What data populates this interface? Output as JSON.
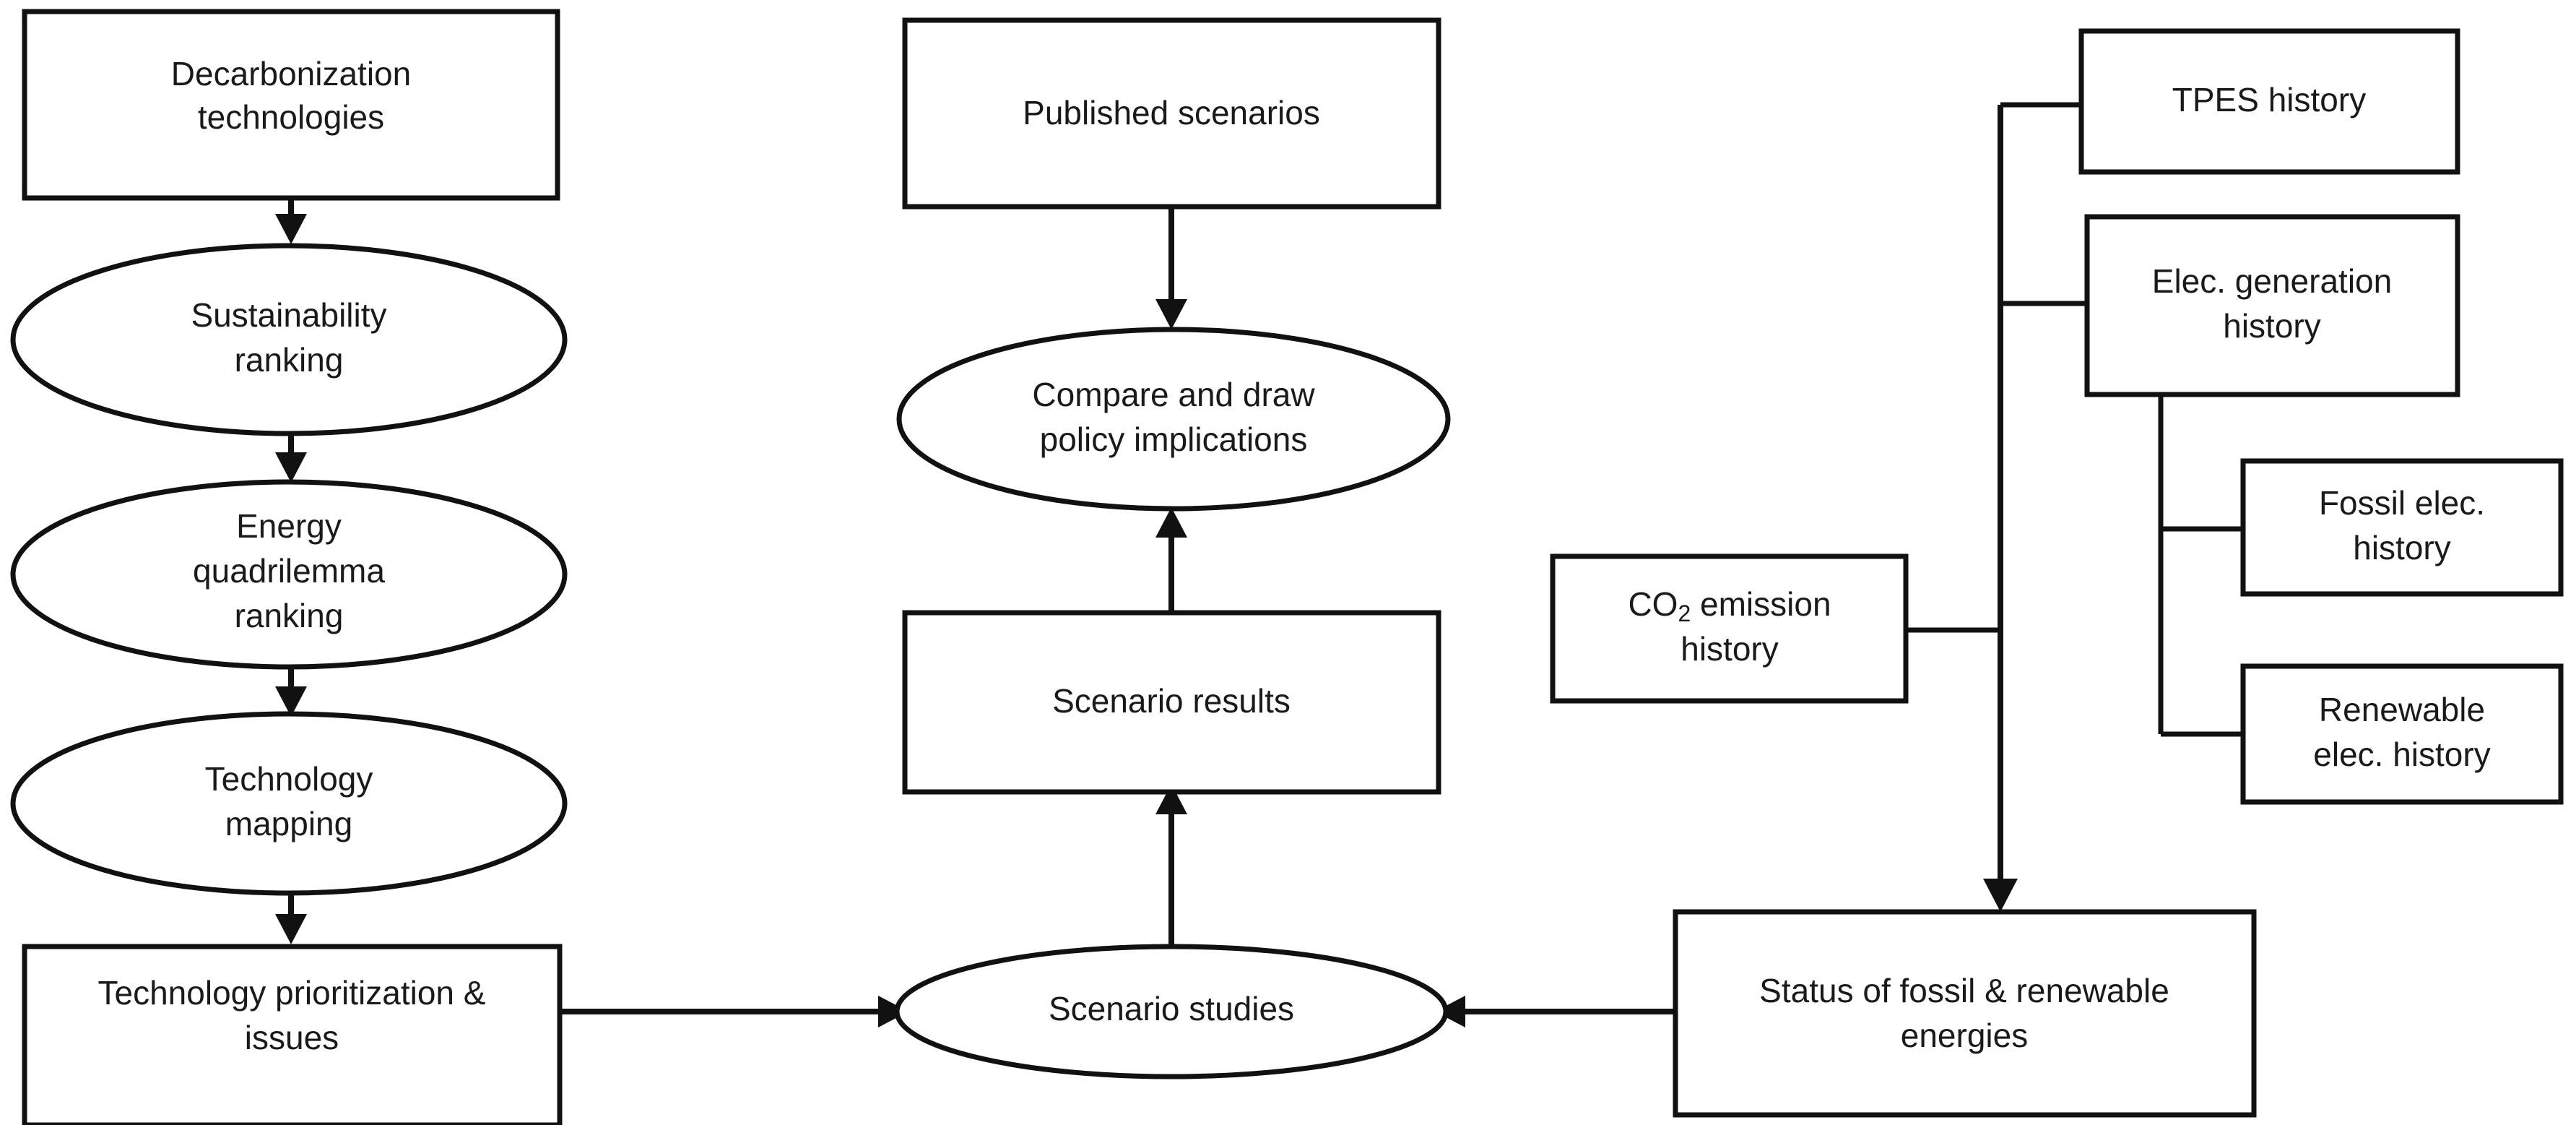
{
  "diagram": {
    "title": "Research methodology flowchart",
    "colors": {
      "stroke": "#111111",
      "fill": "#ffffff",
      "text": "#1a1a1a"
    },
    "nodes": {
      "decarbonization_technologies": {
        "shape": "rectangle",
        "line1": "Decarbonization",
        "line2": "technologies"
      },
      "sustainability_ranking": {
        "shape": "ellipse",
        "line1": "Sustainability",
        "line2": "ranking"
      },
      "energy_quadrilemma_ranking": {
        "shape": "ellipse",
        "line1": "Energy",
        "line2": "quadrilemma",
        "line3": "ranking"
      },
      "technology_mapping": {
        "shape": "ellipse",
        "line1": "Technology",
        "line2": "mapping"
      },
      "technology_prioritization_issues": {
        "shape": "rectangle",
        "line1": "Technology prioritization &",
        "line2": "issues"
      },
      "published_scenarios": {
        "shape": "rectangle",
        "line1": "Published scenarios"
      },
      "compare_and_draw_policy_implications": {
        "shape": "ellipse",
        "line1": "Compare and draw",
        "line2": "policy implications"
      },
      "scenario_results": {
        "shape": "rectangle",
        "line1": "Scenario results"
      },
      "scenario_studies": {
        "shape": "ellipse",
        "line1": "Scenario studies"
      },
      "tpes_history": {
        "shape": "rectangle",
        "line1": "TPES history"
      },
      "elec_generation_history": {
        "shape": "rectangle",
        "line1": "Elec. generation",
        "line2": "history"
      },
      "fossil_elec_history": {
        "shape": "rectangle",
        "line1": "Fossil elec.",
        "line2": "history"
      },
      "renewable_elec_history": {
        "shape": "rectangle",
        "line1": "Renewable",
        "line2": "elec. history"
      },
      "co2_emission_history": {
        "shape": "rectangle",
        "line1_pre": "CO",
        "line1_sub": "2",
        "line1_post": " emission",
        "line2": "history"
      },
      "status_of_fossil_renewable_energies": {
        "shape": "rectangle",
        "line1": "Status of fossil & renewable",
        "line2": "energies"
      }
    },
    "edges": [
      {
        "from": "decarbonization_technologies",
        "to": "sustainability_ranking",
        "style": "arrow-down"
      },
      {
        "from": "sustainability_ranking",
        "to": "energy_quadrilemma_ranking",
        "style": "arrow-down"
      },
      {
        "from": "energy_quadrilemma_ranking",
        "to": "technology_mapping",
        "style": "arrow-down"
      },
      {
        "from": "technology_mapping",
        "to": "technology_prioritization_issues",
        "style": "arrow-down"
      },
      {
        "from": "technology_prioritization_issues",
        "to": "scenario_studies",
        "style": "arrow-right"
      },
      {
        "from": "published_scenarios",
        "to": "compare_and_draw_policy_implications",
        "style": "arrow-down"
      },
      {
        "from": "scenario_results",
        "to": "compare_and_draw_policy_implications",
        "style": "arrow-up"
      },
      {
        "from": "scenario_studies",
        "to": "scenario_results",
        "style": "arrow-up"
      },
      {
        "from": "status_of_fossil_renewable_energies",
        "to": "scenario_studies",
        "style": "arrow-left"
      },
      {
        "from": "tpes_history",
        "to": "trunk",
        "style": "line"
      },
      {
        "from": "elec_generation_history",
        "to": "trunk",
        "style": "line"
      },
      {
        "from": "co2_emission_history",
        "to": "trunk",
        "style": "line"
      },
      {
        "from": "elec_generation_history",
        "to": "fossil_elec_history",
        "style": "line"
      },
      {
        "from": "elec_generation_history",
        "to": "renewable_elec_history",
        "style": "line"
      },
      {
        "from": "trunk",
        "to": "status_of_fossil_renewable_energies",
        "style": "arrow-down"
      }
    ]
  }
}
